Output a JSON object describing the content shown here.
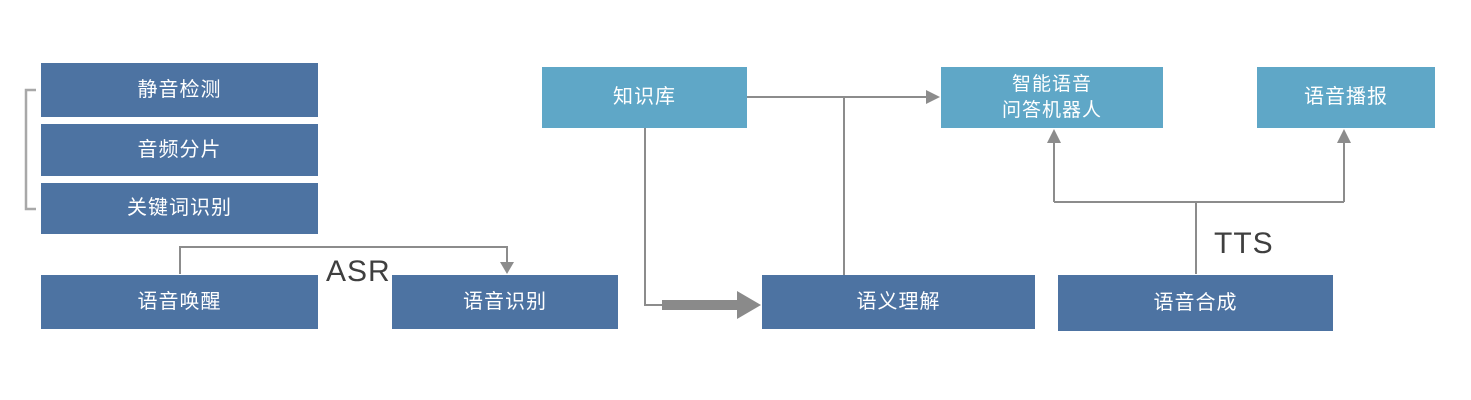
{
  "diagram": {
    "colors": {
      "dark_box": "#4d73a2",
      "light_box": "#5fa7c7",
      "line": "#8c8c8c",
      "thick_arrow": "#8a8a8a",
      "bracket": "#a8a8a8",
      "box_text": "#ffffff",
      "label_text": "#3f3f3f"
    },
    "nodes": {
      "silence_detection": "静音检测",
      "audio_segmentation": "音频分片",
      "keyword_recognition": "关键词识别",
      "voice_wakeup": "语音唤醒",
      "speech_recognition": "语音识别",
      "knowledge_base": "知识库",
      "qa_robot": "智能语音\n问答机器人",
      "voice_broadcast": "语音播报",
      "semantic_understanding": "语义理解",
      "speech_synthesis": "语音合成"
    },
    "edge_labels": {
      "asr": "ASR",
      "tts": "TTS"
    }
  }
}
